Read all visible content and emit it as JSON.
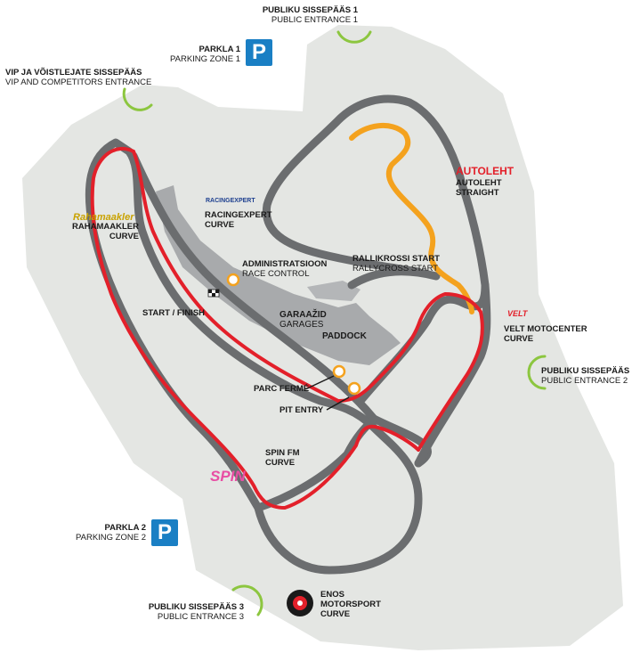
{
  "entrances": {
    "public1": {
      "title": "PUBLIKU SISSEPÄÄS 1",
      "subtitle": "PUBLIC ENTRANCE 1"
    },
    "vip": {
      "title": "VIP JA VÕISTLEJATE SISSEPÄÄS",
      "subtitle": "VIP AND COMPETITORS ENTRANCE"
    },
    "public2": {
      "title": "PUBLIKU SISSEPÄÄS 2",
      "subtitle": "PUBLIC ENTRANCE 2"
    },
    "public3": {
      "title": "PUBLIKU SISSEPÄÄS 3",
      "subtitle": "PUBLIC ENTRANCE 3"
    }
  },
  "parking": {
    "zone1": {
      "title": "PARKLA 1",
      "subtitle": "PARKING ZONE 1",
      "icon": "P"
    },
    "zone2": {
      "title": "PARKLA 2",
      "subtitle": "PARKING ZONE 2",
      "icon": "P"
    }
  },
  "curves": {
    "rahamaakler": {
      "logo": "Rahamaakler",
      "name": "RAHAMAAKLER",
      "suffix": "CURVE"
    },
    "racingexpert": {
      "logo": "RACINGEXPERT",
      "name": "RACINGEXPERT",
      "suffix": "CURVE"
    },
    "autoleht": {
      "logo": "AUTOLEHT",
      "name": "AUTOLEHT",
      "suffix": "STRAIGHT"
    },
    "velt": {
      "logo": "VELT",
      "name": "VELT MOTOCENTER",
      "suffix": "CURVE"
    },
    "spinfm": {
      "logo": "SPIN",
      "name": "SPIN FM",
      "suffix": "CURVE"
    },
    "enos": {
      "logo": "ENOS",
      "line1": "ENOS",
      "line2": "MOTORSPORT",
      "line3": "CURVE"
    }
  },
  "facilities": {
    "admin": {
      "title": "ADMINISTRATSIOON",
      "subtitle": "RACE CONTROL"
    },
    "rallycross": {
      "title": "RALLIKROSSI START",
      "subtitle": "RALLYCROSS START"
    },
    "garages": {
      "title": "GARAAŽID",
      "subtitle": "GARAGES"
    },
    "paddock": {
      "title": "PADDOCK"
    },
    "start_finish": {
      "title": "START / FINISH"
    },
    "parc_ferme": {
      "title": "PARC FERMÉ"
    },
    "pit_entry": {
      "title": "PIT ENTRY"
    }
  },
  "colors": {
    "ground": "#e4e6e3",
    "track": "#6b6d6f",
    "racing_line": "#e3202a",
    "rallycross": "#f4a21e",
    "entrance_arc": "#8cc63f",
    "parking": "#1a7fc4",
    "building": "#a8aaac"
  }
}
